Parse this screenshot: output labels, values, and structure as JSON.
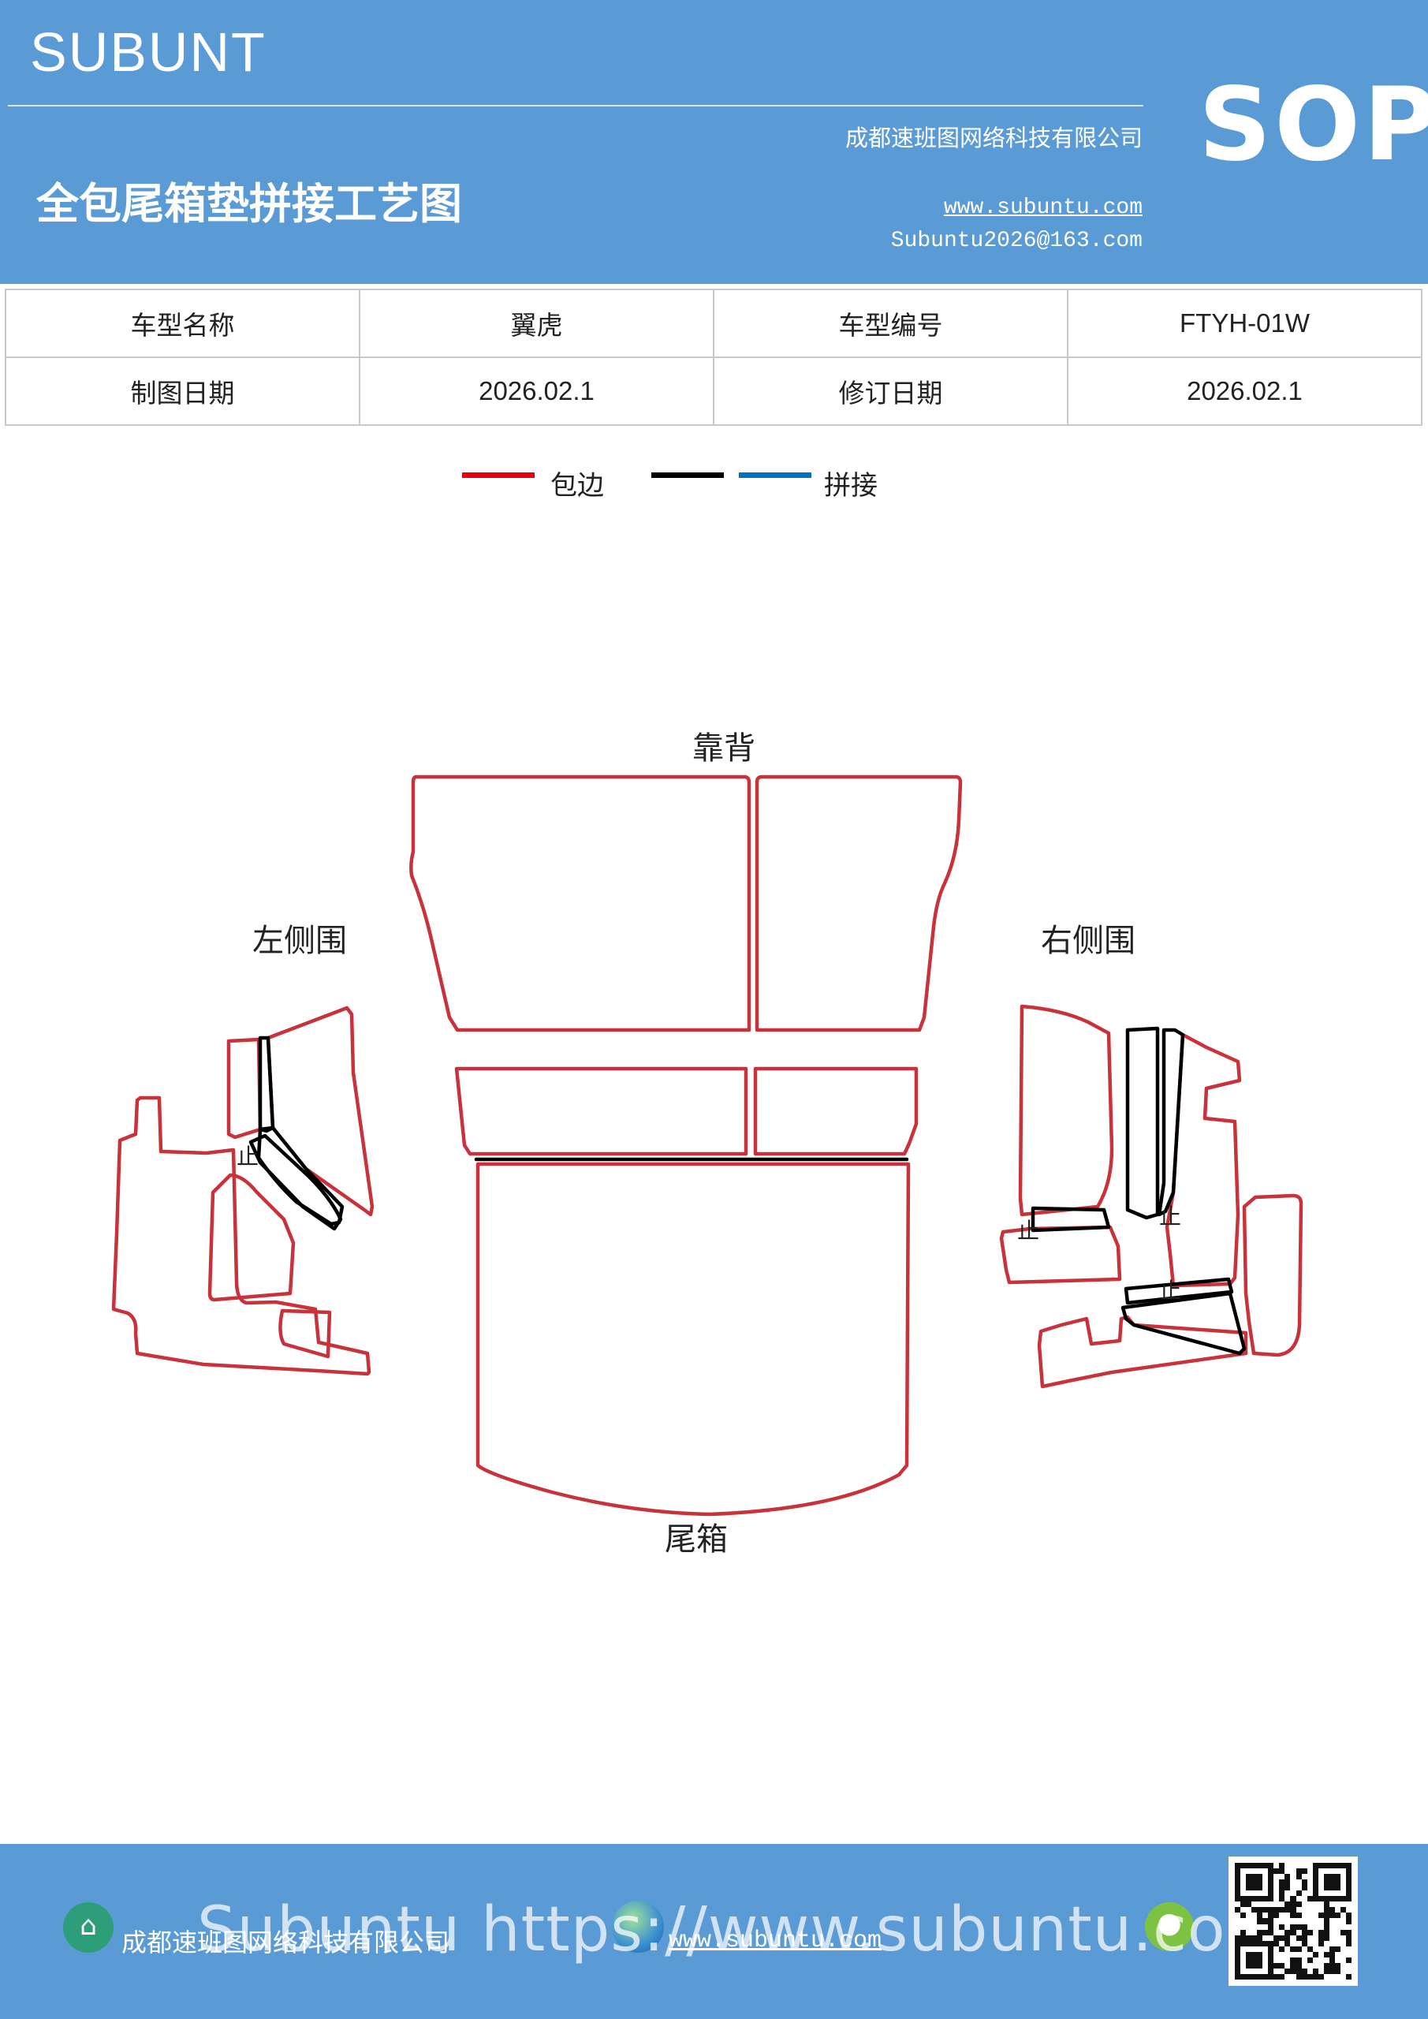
{
  "header": {
    "brand": "SUBUNT",
    "company": "成都速班图网络科技有限公司",
    "doc_title": "全包尾箱垫拼接工艺图",
    "website": "www.subuntu.com",
    "email": "Subuntu2026@163.com",
    "sop": "SOP"
  },
  "info_table": {
    "rows": [
      [
        "车型名称",
        "翼虎",
        "车型编号",
        "FTYH-01W"
      ],
      [
        "制图日期",
        "2026.02.1",
        "修订日期",
        "2026.02.1"
      ]
    ]
  },
  "legend": {
    "items": [
      {
        "label": "包边",
        "colors": [
          "#e8000b"
        ]
      },
      {
        "label": "拼接",
        "colors": [
          "#000000",
          "#0070c0"
        ]
      }
    ]
  },
  "diagram": {
    "labels": {
      "back": "靠背",
      "left": "左侧围",
      "right": "右侧围",
      "trunk": "尾箱"
    },
    "mark": "止",
    "colors": {
      "edge": "#c8323a",
      "seam": "#000000"
    }
  },
  "footer": {
    "company": "成都速班图网络科技有限公司",
    "website": "www.subuntu.com",
    "big_text": "Subuntu https://www.subuntu.com",
    "home_icon": "home-icon",
    "globe_icon": "globe-icon",
    "wechat_icon": "wechat-icon"
  }
}
